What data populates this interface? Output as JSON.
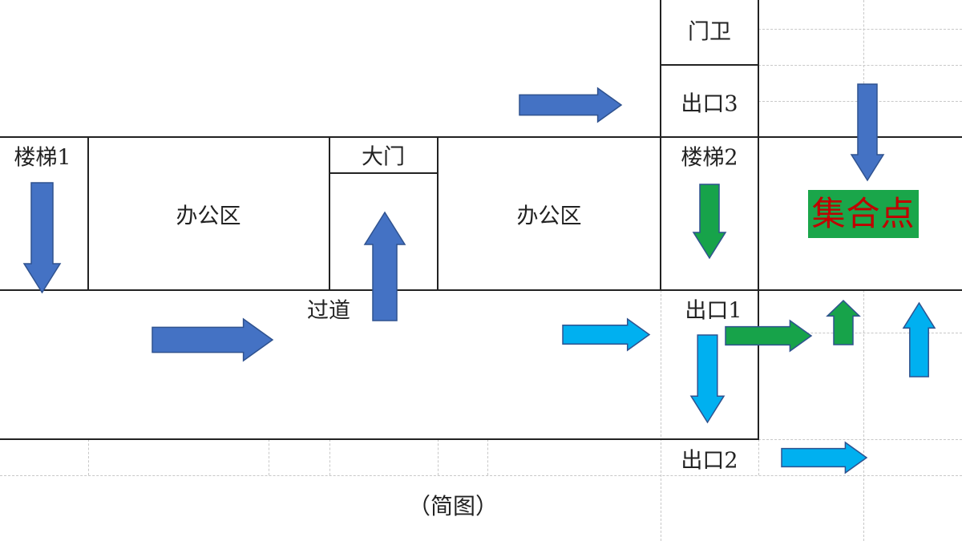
{
  "labels": {
    "guard": "门卫",
    "exit3": "出口3",
    "stairs1": "楼梯1",
    "office_left": "办公区",
    "main_gate": "大门",
    "office_right": "办公区",
    "stairs2": "楼梯2",
    "corridor": "过道",
    "exit1": "出口1",
    "exit2": "出口2",
    "assembly_point": "集合点",
    "caption": "（简图）"
  },
  "colors": {
    "arrow_dark_blue": "#4472C4",
    "arrow_light_blue": "#00B0F0",
    "arrow_green": "#17A34A",
    "assembly_bg": "#1AA64A",
    "assembly_text": "#C00000"
  }
}
